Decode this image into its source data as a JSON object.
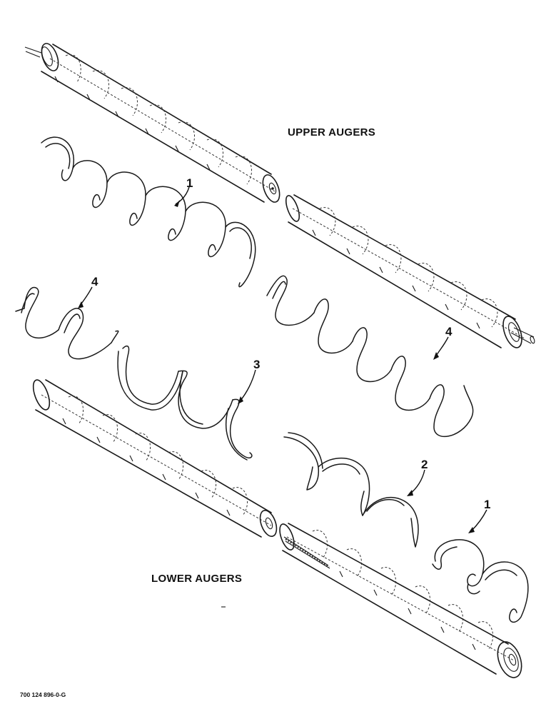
{
  "labels": {
    "upper_augers": "UPPER AUGERS",
    "lower_augers": "LOWER AUGERS",
    "drawing_code": "700 124 896-0-G"
  },
  "callouts": {
    "flight_upper_left": "1",
    "flight_short_left": "4",
    "flight_short_right": "4",
    "flight_wide": "3",
    "flight_lower_mid": "2",
    "flight_lower_right": "1"
  }
}
